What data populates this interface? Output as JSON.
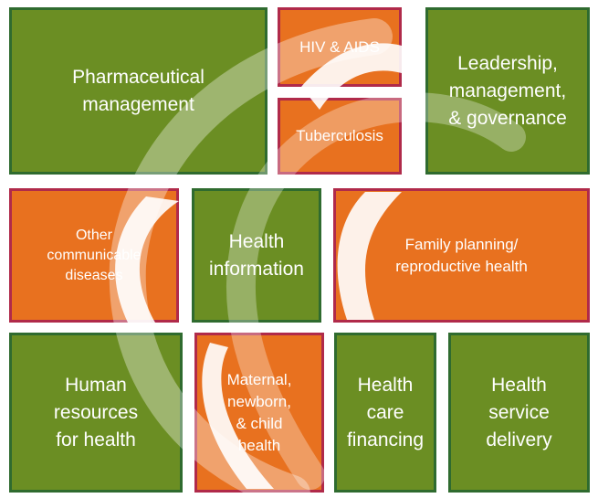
{
  "tiles": {
    "pharmaceutical": "Pharmaceutical\nmanagement",
    "hiv": "HIV & AIDS",
    "tuberculosis": "Tuberculosis",
    "leadership": "Leadership,\nmanagement,\n& governance",
    "other_communicable": "Other\ncommunicable\ndiseases",
    "health_information": "Health\ninformation",
    "family_planning": "Family planning/\nreproductive health",
    "human_resources": "Human\nresources\nfor health",
    "maternal": "Maternal,\nnewborn,\n& child\nhealth",
    "health_care_financing": "Health\ncare\nfinancing",
    "health_service_delivery": "Health\nservice\ndelivery"
  },
  "colors": {
    "green": "#6b8e23",
    "green_border": "#2f6b2f",
    "orange": "#e8711f",
    "orange_border": "#b02a4a"
  }
}
